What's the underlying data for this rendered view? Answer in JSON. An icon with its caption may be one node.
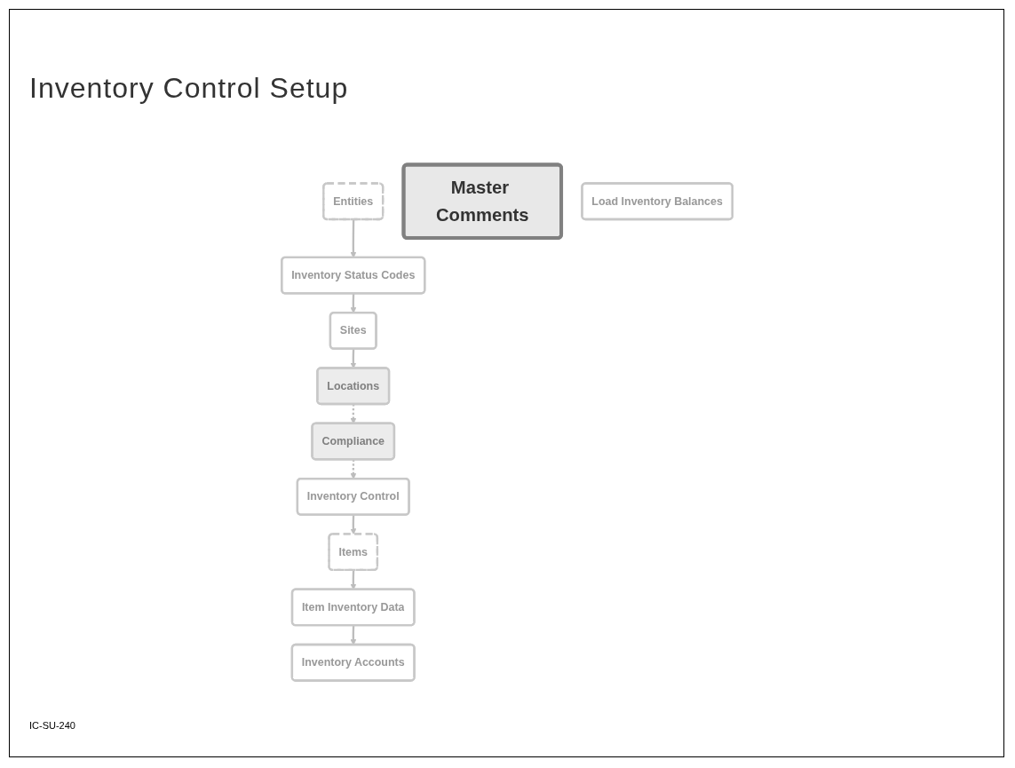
{
  "diagram": {
    "title": "Inventory Control Setup",
    "nodes": [
      {
        "text": [
          "Entities"
        ]
      },
      {
        "text": [
          "Inventory Status Codes"
        ]
      },
      {
        "text": [
          "Sites"
        ]
      },
      {
        "text": [
          "Locations"
        ]
      },
      {
        "text": [
          "Compliance"
        ]
      },
      {
        "text": [
          "Inventory Control"
        ]
      },
      {
        "text": [
          "Items"
        ]
      },
      {
        "text": [
          "Item Inventory Data"
        ]
      },
      {
        "text": [
          "Inventory Accounts"
        ]
      },
      {
        "text": [
          "Master Comments"
        ]
      },
      {
        "text": [
          "Load Inventory Balances"
        ]
      }
    ],
    "edges": [
      {
        "from": 0,
        "to": 1,
        "arrow": "to"
      },
      {
        "from": 1,
        "to": 2,
        "arrow": "to"
      },
      {
        "from": 2,
        "to": 3,
        "arrow": "to"
      },
      {
        "from": 3,
        "to": 4,
        "arrow": "to",
        "style": "dashed"
      },
      {
        "from": 4,
        "to": 5,
        "arrow": "to",
        "style": "dashed"
      },
      {
        "from": 5,
        "to": 6,
        "arrow": "to"
      },
      {
        "from": 6,
        "to": 7,
        "arrow": "to"
      },
      {
        "from": 7,
        "to": 8,
        "arrow": "to"
      }
    ],
    "labels": [
      "IC-SU-240"
    ]
  }
}
